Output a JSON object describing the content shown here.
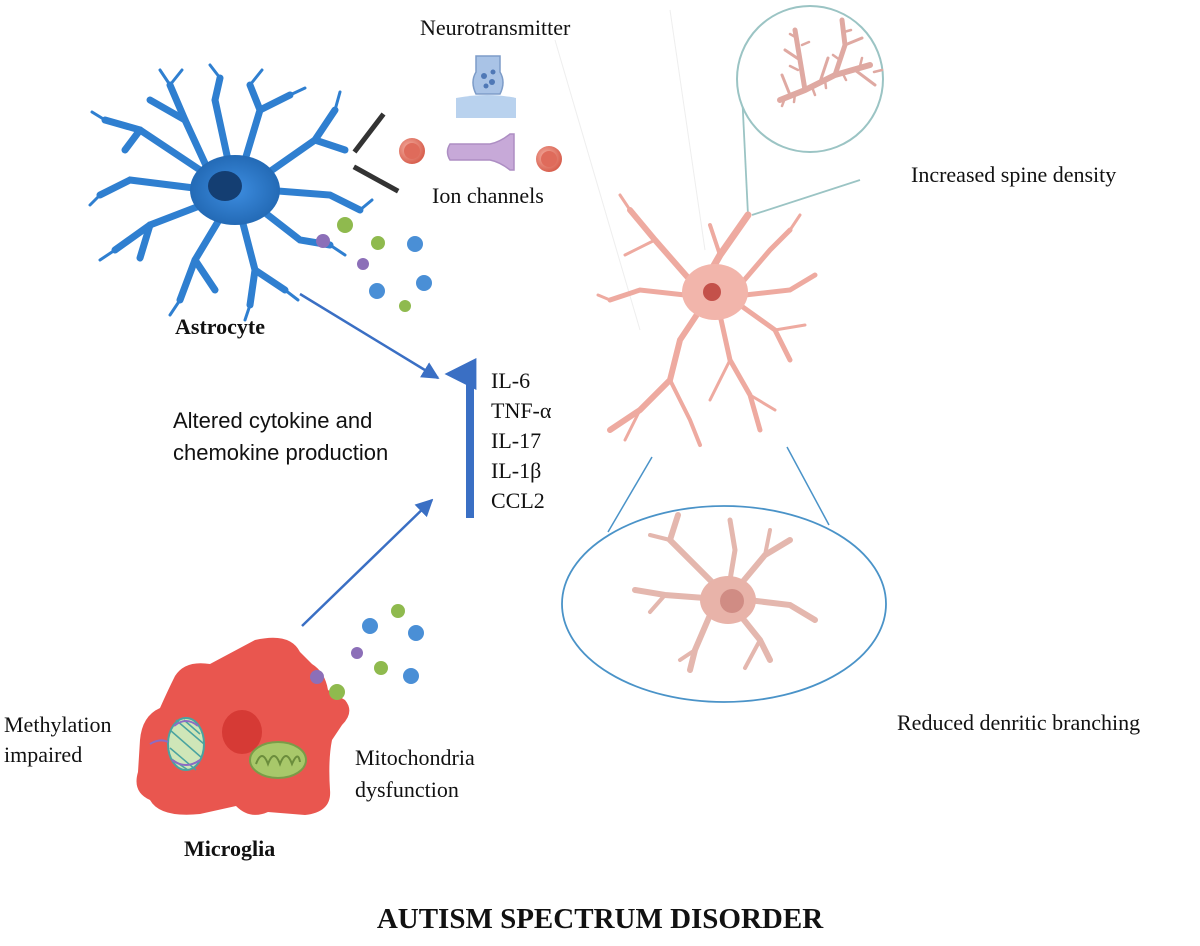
{
  "title": "AUTISM SPECTRUM DISORDER",
  "labels": {
    "neurotransmitter": "Neurotransmitter",
    "ion_channels": "Ion channels",
    "astrocyte": "Astrocyte",
    "increased_spine_density": "Increased spine density",
    "altered_line1": "Altered cytokine and",
    "altered_line2": "chemokine production",
    "methylation_line1": "Methylation",
    "methylation_line2": "impaired",
    "mito_line1": "Mitochondria",
    "mito_line2": "dysfunction",
    "microglia": "Microglia",
    "reduced_branching": "Reduced denritic branching"
  },
  "cytokines": [
    "IL-6",
    "TNF-α",
    "IL-17",
    "IL-1β",
    "CCL2"
  ],
  "colors": {
    "astrocyte": "#2f7fd0",
    "astrocyte_dark": "#1d5fa8",
    "microglia": "#e9564f",
    "neuron": "#eeaaa0",
    "arrow": "#3a6fc4",
    "lens": "#9bc4c4",
    "ellipse": "#4a93c8",
    "particle_purple": "#8c6fb8",
    "particle_green": "#8fba4e",
    "particle_blue": "#4a8fd6"
  }
}
